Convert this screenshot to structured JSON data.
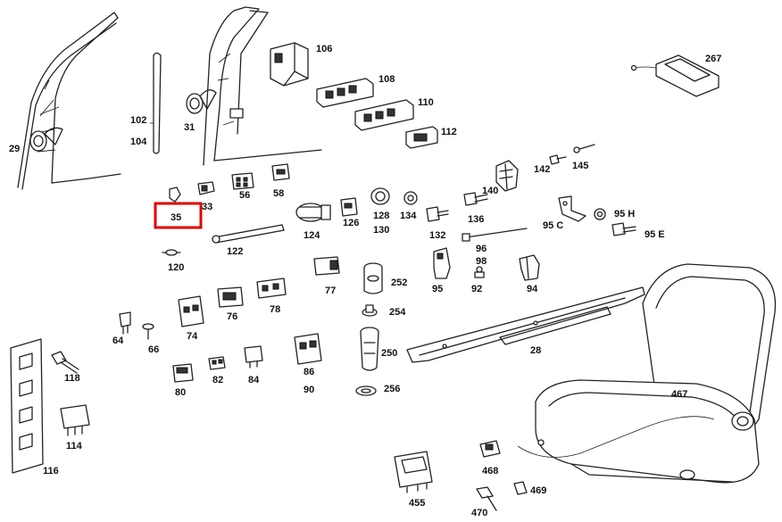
{
  "diagram": {
    "labels": [
      {
        "id": "l29",
        "text": "29"
      },
      {
        "id": "l31",
        "text": "31"
      },
      {
        "id": "l102",
        "text": "102"
      },
      {
        "id": "l104",
        "text": "104"
      },
      {
        "id": "l106",
        "text": "106"
      },
      {
        "id": "l108",
        "text": "108"
      },
      {
        "id": "l110",
        "text": "110"
      },
      {
        "id": "l112",
        "text": "112"
      },
      {
        "id": "l267",
        "text": "267"
      },
      {
        "id": "l33",
        "text": "33"
      },
      {
        "id": "l35",
        "text": "35"
      },
      {
        "id": "l56",
        "text": "56"
      },
      {
        "id": "l58",
        "text": "58"
      },
      {
        "id": "l124",
        "text": "124"
      },
      {
        "id": "l126",
        "text": "126"
      },
      {
        "id": "l128",
        "text": "128"
      },
      {
        "id": "l130",
        "text": "130"
      },
      {
        "id": "l134",
        "text": "134"
      },
      {
        "id": "l132",
        "text": "132"
      },
      {
        "id": "l136",
        "text": "136"
      },
      {
        "id": "l140",
        "text": "140"
      },
      {
        "id": "l142",
        "text": "142"
      },
      {
        "id": "l145",
        "text": "145"
      },
      {
        "id": "l95c",
        "text": "95 C"
      },
      {
        "id": "l95h",
        "text": "95 H"
      },
      {
        "id": "l95e",
        "text": "95 E"
      },
      {
        "id": "l96",
        "text": "96"
      },
      {
        "id": "l98",
        "text": "98"
      },
      {
        "id": "l92",
        "text": "92"
      },
      {
        "id": "l95",
        "text": "95"
      },
      {
        "id": "l94",
        "text": "94"
      },
      {
        "id": "l120",
        "text": "120"
      },
      {
        "id": "l122",
        "text": "122"
      },
      {
        "id": "l77",
        "text": "77"
      },
      {
        "id": "l252",
        "text": "252"
      },
      {
        "id": "l254",
        "text": "254"
      },
      {
        "id": "l250",
        "text": "250"
      },
      {
        "id": "l256",
        "text": "256"
      },
      {
        "id": "l74",
        "text": "74"
      },
      {
        "id": "l76",
        "text": "76"
      },
      {
        "id": "l78",
        "text": "78"
      },
      {
        "id": "l64",
        "text": "64"
      },
      {
        "id": "l66",
        "text": "66"
      },
      {
        "id": "l80",
        "text": "80"
      },
      {
        "id": "l82",
        "text": "82"
      },
      {
        "id": "l84",
        "text": "84"
      },
      {
        "id": "l86",
        "text": "86"
      },
      {
        "id": "l90",
        "text": "90"
      },
      {
        "id": "l28",
        "text": "28"
      },
      {
        "id": "l467",
        "text": "467"
      },
      {
        "id": "l118",
        "text": "118"
      },
      {
        "id": "l114",
        "text": "114"
      },
      {
        "id": "l116",
        "text": "116"
      },
      {
        "id": "l468",
        "text": "468"
      },
      {
        "id": "l469",
        "text": "469"
      },
      {
        "id": "l455",
        "text": "455"
      },
      {
        "id": "l470",
        "text": "470"
      }
    ],
    "highlight": {
      "target": "35",
      "color": "#e00000"
    }
  }
}
